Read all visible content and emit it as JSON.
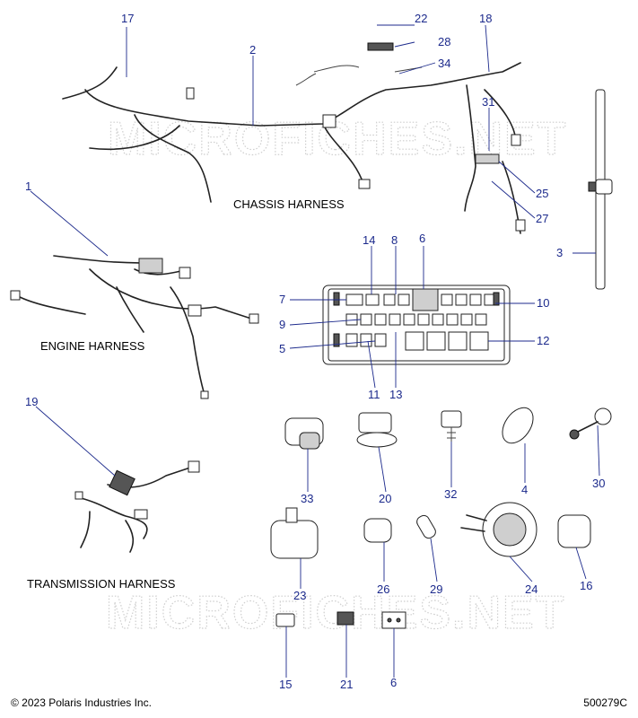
{
  "captions": {
    "chassis": "CHASSIS HARNESS",
    "engine": "ENGINE HARNESS",
    "transmission": "TRANSMISSION HARNESS"
  },
  "watermark": "MICROFICHES.NET",
  "footer": {
    "copyright": "© 2023 Polaris Industries Inc.",
    "diagram_id": "500279C"
  },
  "callouts": [
    "17",
    "22",
    "18",
    "2",
    "28",
    "34",
    "31",
    "25",
    "27",
    "1",
    "3",
    "14",
    "8",
    "6",
    "7",
    "10",
    "9",
    "5",
    "12",
    "11",
    "13",
    "19",
    "33",
    "20",
    "32",
    "4",
    "30",
    "23",
    "26",
    "29",
    "24",
    "16",
    "15",
    "21",
    "6"
  ],
  "colors": {
    "callout": "#1c2a8c",
    "line": "#222222"
  }
}
